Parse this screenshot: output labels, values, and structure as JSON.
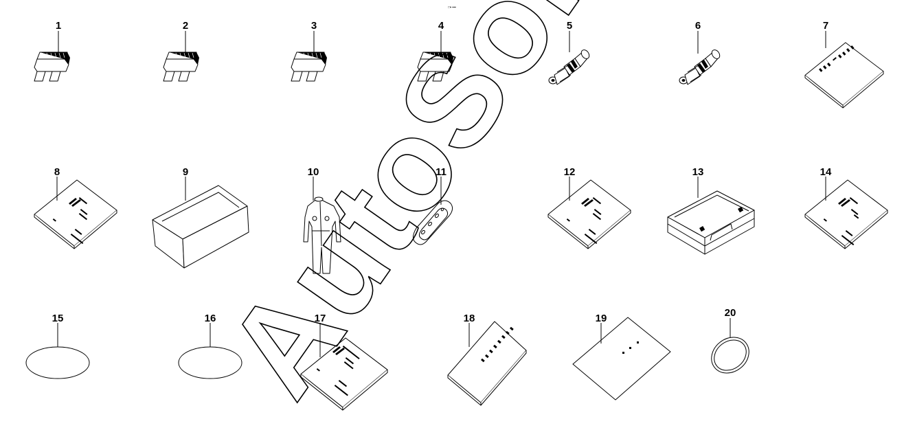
{
  "header": {
    "code": "□▪ ▪▪▪"
  },
  "watermark": "AutoSoft",
  "callouts": [
    "1",
    "2",
    "3",
    "4",
    "5",
    "6",
    "7",
    "8",
    "9",
    "10",
    "11",
    "12",
    "13",
    "14",
    "15",
    "16",
    "17",
    "18",
    "19",
    "20"
  ],
  "parts": [
    {
      "id": "1",
      "icon": "blade-fuse-icon"
    },
    {
      "id": "2",
      "icon": "blade-fuse-icon"
    },
    {
      "id": "3",
      "icon": "blade-fuse-icon"
    },
    {
      "id": "4",
      "icon": "blade-fuse-icon"
    },
    {
      "id": "5",
      "icon": "spark-plug-icon"
    },
    {
      "id": "6",
      "icon": "spark-plug-icon"
    },
    {
      "id": "7",
      "icon": "manual-booklet-icon"
    },
    {
      "id": "8",
      "icon": "manual-booklet-icon"
    },
    {
      "id": "9",
      "icon": "open-box-icon"
    },
    {
      "id": "10",
      "icon": "coverall-suit-icon"
    },
    {
      "id": "11",
      "icon": "key-remote-icon"
    },
    {
      "id": "12",
      "icon": "manual-booklet-icon"
    },
    {
      "id": "13",
      "icon": "tool-case-icon"
    },
    {
      "id": "14",
      "icon": "manual-booklet-icon"
    },
    {
      "id": "15",
      "icon": "oval-label-icon"
    },
    {
      "id": "16",
      "icon": "oval-label-icon"
    },
    {
      "id": "17",
      "icon": "manual-booklet-icon"
    },
    {
      "id": "18",
      "icon": "manual-booklet-icon"
    },
    {
      "id": "19",
      "icon": "document-sheet-icon"
    },
    {
      "id": "20",
      "icon": "o-ring-icon"
    }
  ]
}
